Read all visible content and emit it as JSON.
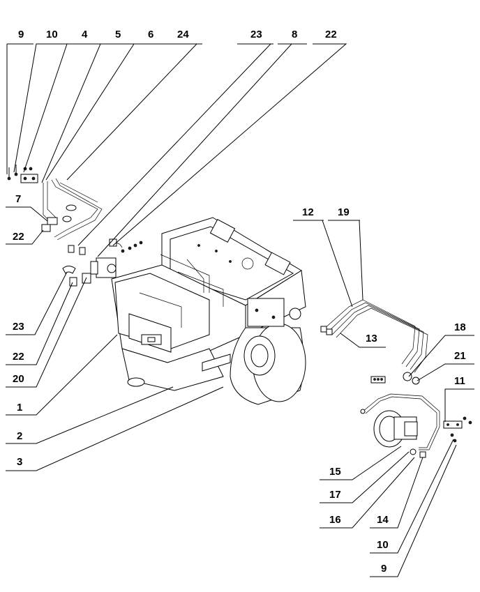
{
  "callouts": [
    {
      "id": "top-9",
      "text": "9"
    },
    {
      "id": "top-10",
      "text": "10"
    },
    {
      "id": "top-4",
      "text": "4"
    },
    {
      "id": "top-5",
      "text": "5"
    },
    {
      "id": "top-6",
      "text": "6"
    },
    {
      "id": "top-24",
      "text": "24"
    },
    {
      "id": "top-23",
      "text": "23"
    },
    {
      "id": "top-8",
      "text": "8"
    },
    {
      "id": "top-22",
      "text": "22"
    },
    {
      "id": "left-7",
      "text": "7"
    },
    {
      "id": "left-22a",
      "text": "22"
    },
    {
      "id": "left-23",
      "text": "23"
    },
    {
      "id": "left-22b",
      "text": "22"
    },
    {
      "id": "left-20",
      "text": "20"
    },
    {
      "id": "left-1",
      "text": "1"
    },
    {
      "id": "left-2",
      "text": "2"
    },
    {
      "id": "left-3",
      "text": "3"
    },
    {
      "id": "right-12",
      "text": "12"
    },
    {
      "id": "right-19",
      "text": "19"
    },
    {
      "id": "right-13",
      "text": "13"
    },
    {
      "id": "right-18",
      "text": "18"
    },
    {
      "id": "right-21",
      "text": "21"
    },
    {
      "id": "right-11",
      "text": "11"
    },
    {
      "id": "right-15",
      "text": "15"
    },
    {
      "id": "right-17",
      "text": "17"
    },
    {
      "id": "right-16",
      "text": "16"
    },
    {
      "id": "right-14",
      "text": "14"
    },
    {
      "id": "right-10",
      "text": "10"
    },
    {
      "id": "right-9",
      "text": "9"
    }
  ]
}
